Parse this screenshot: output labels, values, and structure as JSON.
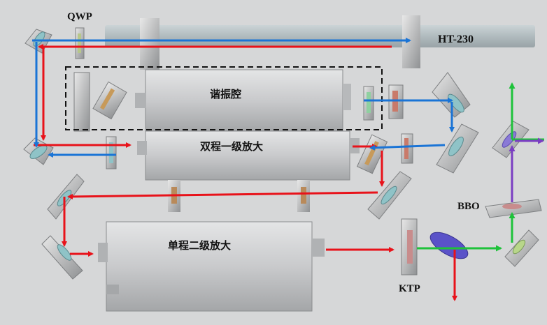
{
  "labels": {
    "qwp": "QWP",
    "ht230": "HT-230",
    "resonator": "谐振腔",
    "stage1": "双程一级放大",
    "stage2": "单程二级放大",
    "bbo": "BBO",
    "ktp": "KTP"
  },
  "colors": {
    "background": "#d6d7d8",
    "red_beam": "#e8121a",
    "blue_beam": "#1a74d6",
    "green_beam": "#1ec23a",
    "purple_beam": "#7a3dc2",
    "module_body": "#c7c8ca",
    "rod": "#aeb9bd",
    "dashed_box": "#111111"
  },
  "icons": [
    "mirror-icon",
    "lens-icon",
    "arrow-icon"
  ]
}
